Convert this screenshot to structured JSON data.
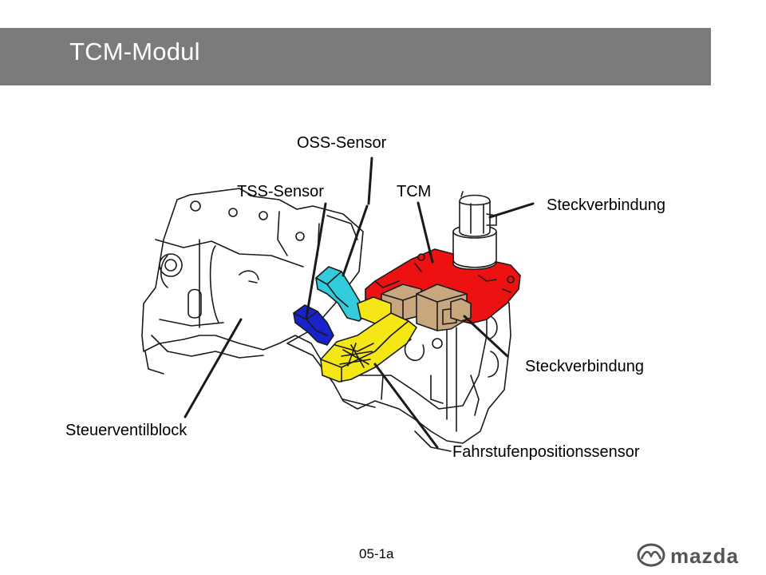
{
  "slide": {
    "title": "TCM-Modul",
    "page_number": "05-1a"
  },
  "labels": {
    "oss_sensor": "OSS-Sensor",
    "tss_sensor": "TSS-Sensor",
    "tcm": "TCM",
    "connector_top": "Steckverbindung",
    "connector_right": "Steckverbindung",
    "valve_block": "Steuerventilblock",
    "position_sensor": "Fahrstufenpositionssensor"
  },
  "logo": {
    "brand": "mazda",
    "color": "#555555"
  },
  "colors": {
    "tcm": "#ee1111",
    "oss_sensor": "#33ccdd",
    "tss_sensor": "#1a22cc",
    "position_sensor": "#f5e616",
    "connectors": "#c8a77e",
    "outline": "#1a1a1a"
  }
}
